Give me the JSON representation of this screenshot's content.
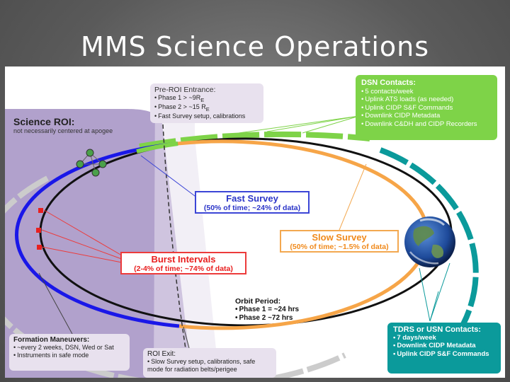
{
  "slide": {
    "title": "MMS Science Operations"
  },
  "dsn": {
    "header": "DSN Contacts:",
    "items": [
      "5 contacts/week",
      "Uplink ATS loads (as needed)",
      "Uplink CIDP S&F Commands",
      "Downlink CIDP Metadata",
      "Downlink C&DH and CIDP Recorders"
    ]
  },
  "preroi": {
    "header": "Pre-ROI Entrance:",
    "phase1": "Phase 1 > ~9R",
    "phase2": "Phase 2 > ~15 R",
    "subscript": "E",
    "item3": "Fast Survey setup, calibrations"
  },
  "roi": {
    "title": "Science ROI:",
    "subtitle": "not necessarily centered at apogee"
  },
  "fast": {
    "label": "Fast Survey",
    "detail": "(50% of time; ~24% of data)"
  },
  "slow": {
    "label": "Slow Survey",
    "detail": "(50% of time; ~1.5% of data)"
  },
  "burst": {
    "label": "Burst Intervals",
    "detail": "(2-4% of time; ~74% of data)"
  },
  "orbit": {
    "header": "Orbit Period:",
    "items": [
      "Phase 1 = ~24 hrs",
      "Phase 2 ~72 hrs"
    ]
  },
  "tdrs": {
    "header": "TDRS or USN Contacts:",
    "items": [
      "7 days/week",
      "Downlink CIDP Metadata",
      "Uplink CIDP S&F Commands"
    ]
  },
  "formation": {
    "header": "Formation Maneuvers:",
    "items": [
      "~every 2 weeks, DSN, Wed or Sat",
      "Instruments in safe mode"
    ]
  },
  "roiexit": {
    "header": "ROI Exit:",
    "items": [
      "Slow Survey setup, calibrations, safe mode for radiation belts/perigee"
    ]
  },
  "colors": {
    "roi_region": "#9b86be",
    "fast_survey": "#1a17e8",
    "slow_survey": "#f6a548",
    "burst": "#e82020",
    "dsn": "#7ed348",
    "tdrs": "#0b9a9b",
    "maneuver_band": "#cccccc"
  },
  "icons": {
    "spacecraft": "spacecraft-formation-icon",
    "earth": "earth-globe-icon"
  }
}
